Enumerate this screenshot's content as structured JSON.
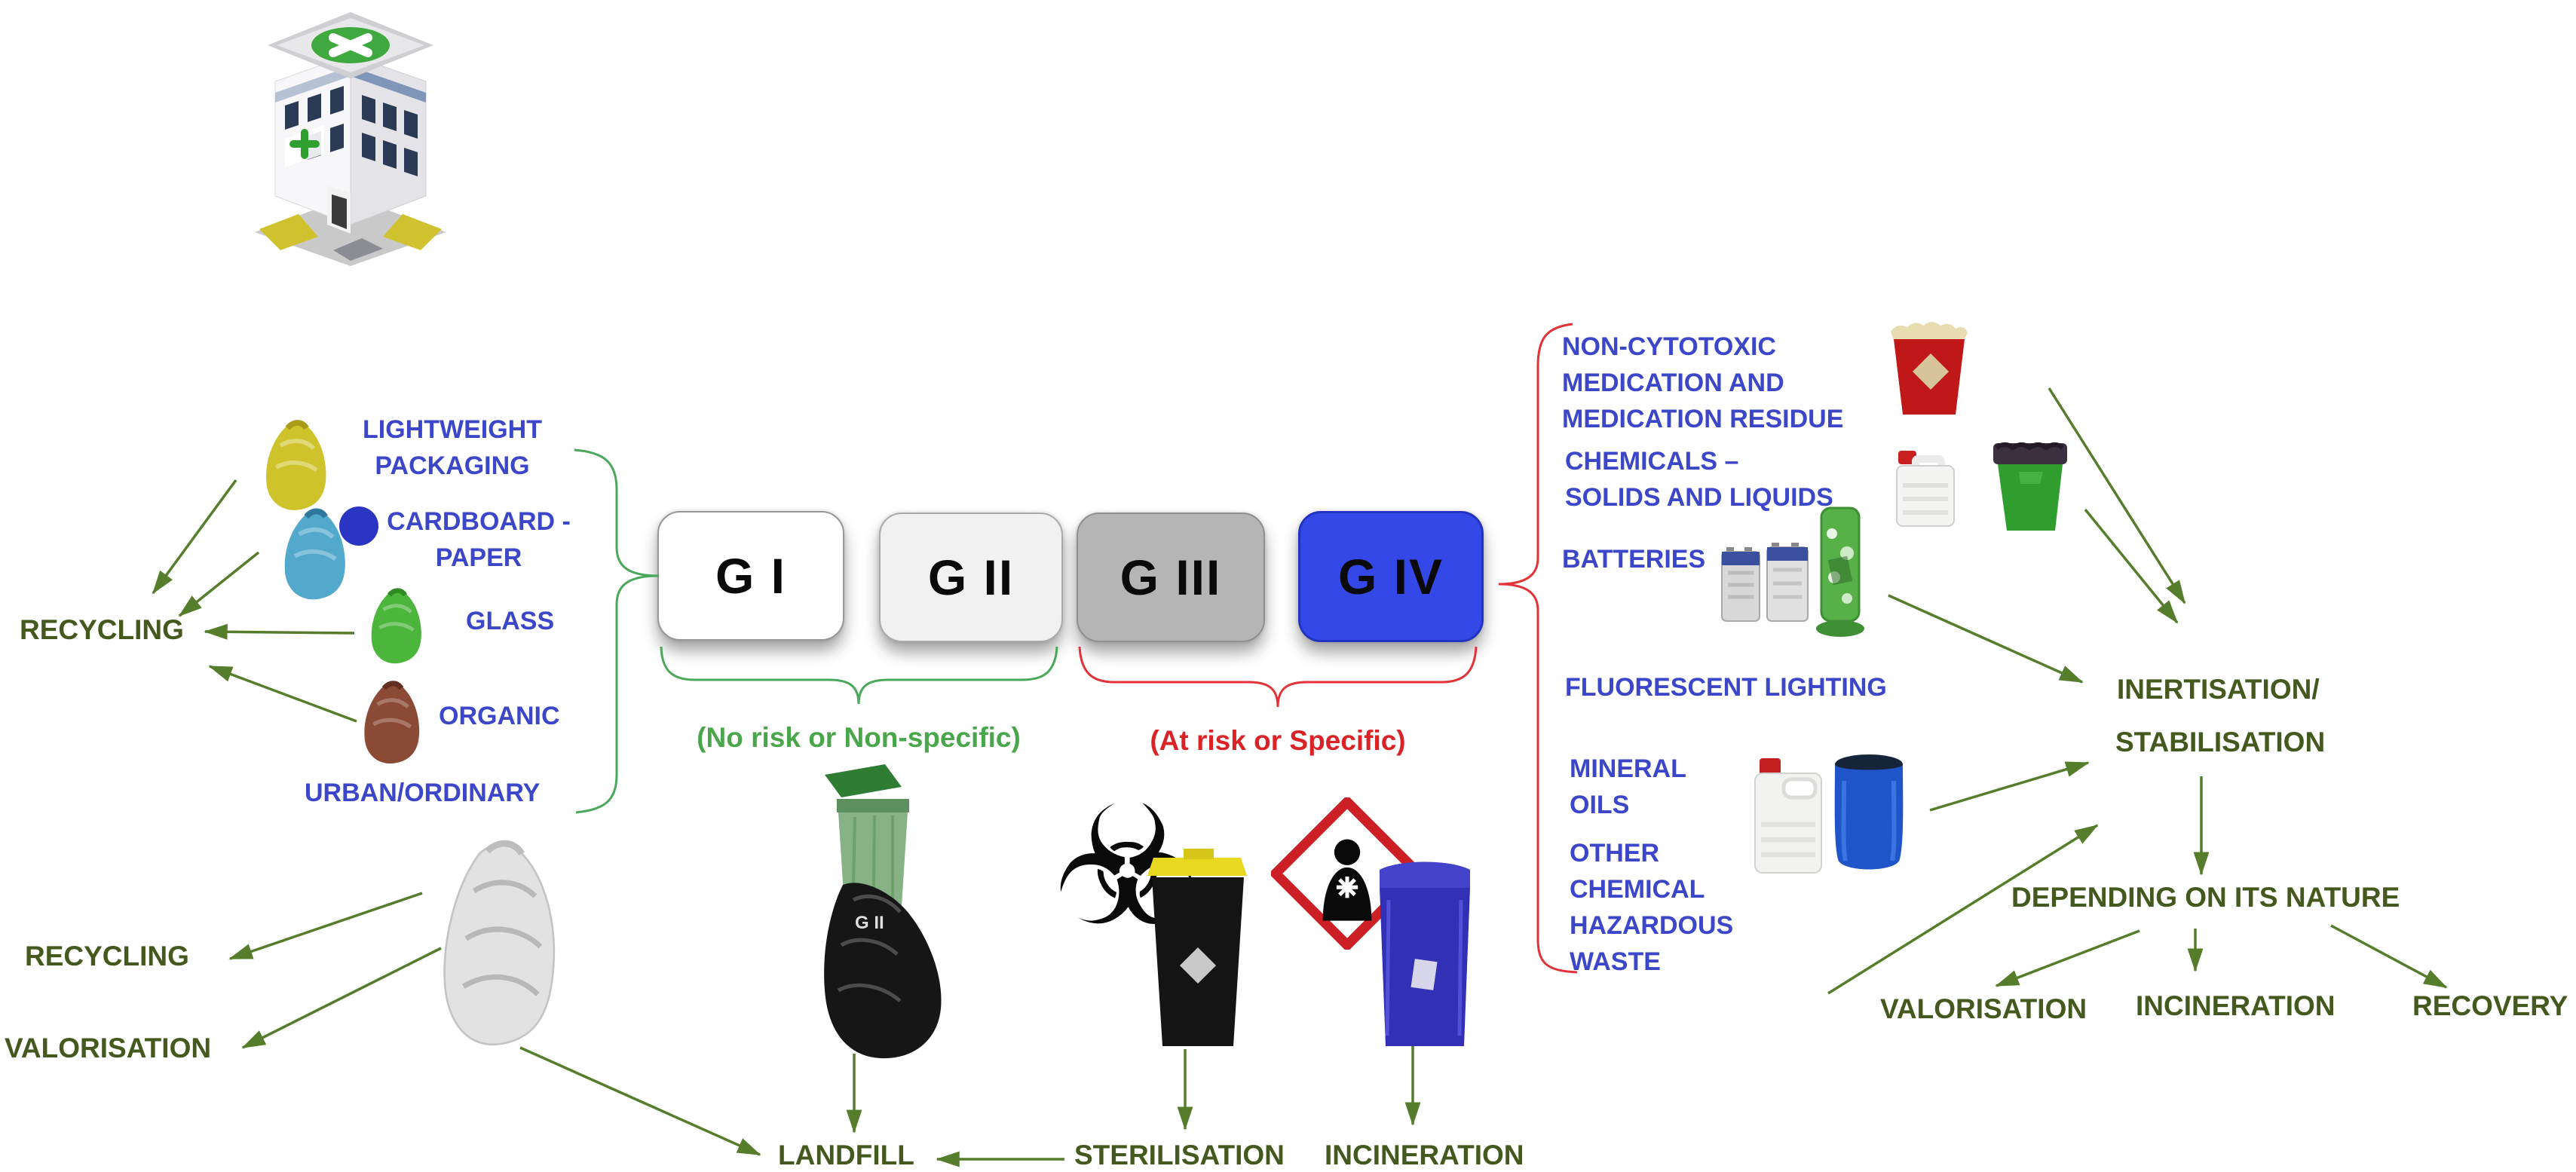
{
  "diagram_title_implicit": "Healthcare waste classification and treatment routes",
  "icons": {
    "biohazard_glyph": "☣"
  },
  "left": {
    "recycling_label": "RECYCLING",
    "items": [
      {
        "name": "lightweight-packaging",
        "line1": "LIGHTWEIGHT",
        "line2": "PACKAGING",
        "bag_color": "#cec32b",
        "bag_shade": "#a89c18"
      },
      {
        "name": "cardboard-paper",
        "line1": "CARDBOARD -",
        "line2": "PAPER",
        "bag_color": "#53a9cb",
        "bag_shade": "#30779c"
      },
      {
        "name": "glass",
        "line1": "GLASS",
        "line2": "",
        "bag_color": "#4cb53c",
        "bag_shade": "#2f8a24"
      },
      {
        "name": "organic",
        "line1": "ORGANIC",
        "line2": "",
        "bag_color": "#8a4a35",
        "bag_shade": "#643023"
      },
      {
        "name": "urban-ordinary",
        "line1": "URBAN/ORDINARY",
        "line2": ""
      }
    ]
  },
  "groups": [
    {
      "label": "G I",
      "bg": "#ffffff",
      "border": "#979797",
      "text_color": "#0a0a0a"
    },
    {
      "label": "G II",
      "bg": "#f1f1f1",
      "border": "#ababab",
      "text_color": "#0a0a0a"
    },
    {
      "label": "G III",
      "bg": "#b5b5b5",
      "border": "#8f8f8f",
      "text_color": "#0a0a0a"
    },
    {
      "label": "G IV",
      "bg": "#3448e8",
      "border": "#2133c2",
      "text_color": "#0a0a0a"
    }
  ],
  "captions": {
    "no_risk": "(No risk or Non-specific)",
    "at_risk": "(At risk or Specific)"
  },
  "middle": {
    "gii_bag_label": "G II"
  },
  "bottom_center": {
    "landfill": "LANDFILL",
    "sterilisation": "STERILISATION",
    "incineration": "INCINERATION"
  },
  "bottom_left": {
    "recycling": "RECYCLING",
    "valorisation": "VALORISATION"
  },
  "right_column": {
    "block1_line1": "NON-CYTOTOXIC",
    "block1_line2": "MEDICATION AND",
    "block1_line3": "MEDICATION RESIDUE",
    "block2_line1": "CHEMICALS –",
    "block2_line2": "SOLIDS AND LIQUIDS",
    "batteries": "BATTERIES",
    "fluorescent": "FLUORESCENT LIGHTING",
    "mineral_line1": "MINERAL",
    "mineral_line2": "OILS",
    "other_line1": "OTHER",
    "other_line2": "CHEMICAL",
    "other_line3": "HAZARDOUS",
    "other_line4": "WASTE"
  },
  "right_flow": {
    "inertisation_line1": "INERTISATION/",
    "inertisation_line2": "STABILISATION",
    "depending": "DEPENDING ON ITS NATURE",
    "valorisation": "VALORISATION",
    "incineration": "INCINERATION",
    "recovery": "RECOVERY"
  },
  "colors": {
    "blue_label": "#3c46c8",
    "dark_green_label": "#44591d",
    "caption_green": "#4aa64a",
    "caption_red": "#da2327",
    "arrow_green": "#567d2c",
    "brace_green": "#4aa85a",
    "brace_red": "#e33338",
    "g4_blue": "#3448e8"
  }
}
